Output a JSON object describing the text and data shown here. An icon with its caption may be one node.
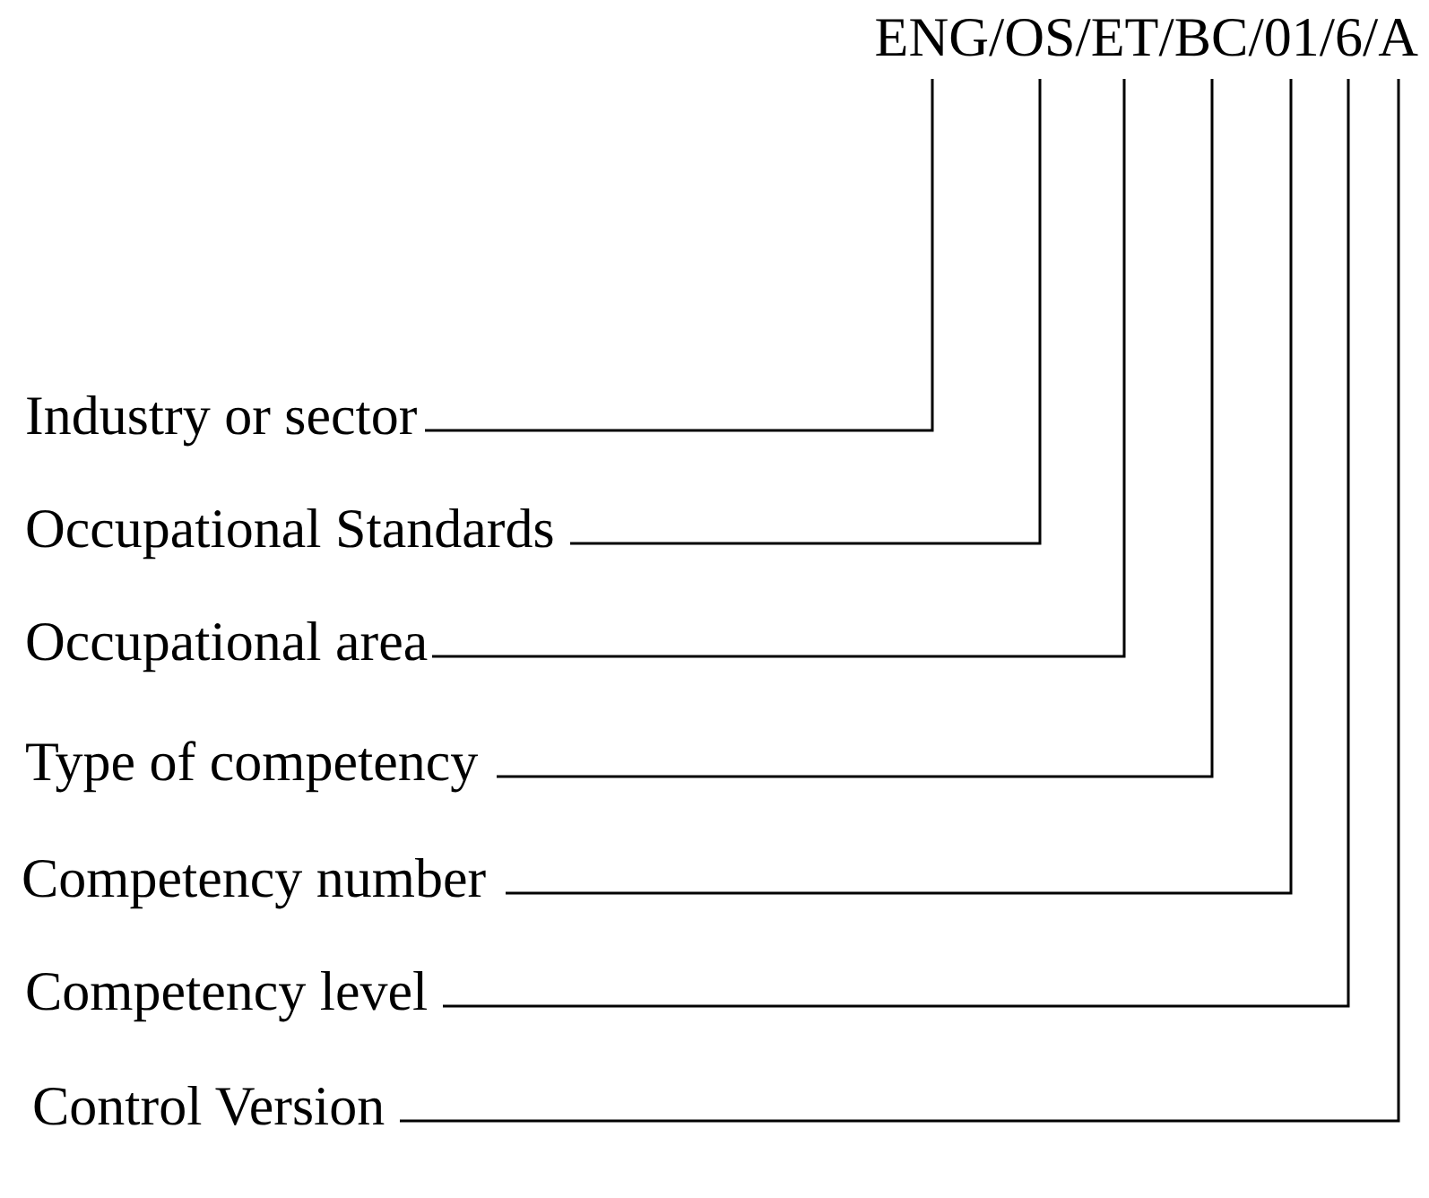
{
  "diagram": {
    "nodes": [
      {
        "text": [
          "ENG"
        ]
      },
      {
        "text": [
          "OS"
        ]
      },
      {
        "text": [
          "ET"
        ]
      },
      {
        "text": [
          "BC"
        ]
      },
      {
        "text": [
          "01"
        ]
      },
      {
        "text": [
          "6"
        ]
      },
      {
        "text": [
          "A"
        ]
      },
      {
        "text": [
          "Industry or sector"
        ]
      },
      {
        "text": [
          "Occupational Standards"
        ]
      },
      {
        "text": [
          "Occupational area"
        ]
      },
      {
        "text": [
          "Type of competency"
        ]
      },
      {
        "text": [
          "Competency number"
        ]
      },
      {
        "text": [
          "Competency level"
        ]
      },
      {
        "text": [
          "Control Version"
        ]
      }
    ],
    "edges": [
      {
        "from": 7,
        "to": 0,
        "arrow": "none"
      },
      {
        "from": 8,
        "to": 1,
        "arrow": "none"
      },
      {
        "from": 9,
        "to": 2,
        "arrow": "none"
      },
      {
        "from": 10,
        "to": 3,
        "arrow": "none"
      },
      {
        "from": 11,
        "to": 4,
        "arrow": "none"
      },
      {
        "from": 12,
        "to": 5,
        "arrow": "none"
      },
      {
        "from": 13,
        "to": 6,
        "arrow": "none"
      }
    ],
    "labels": [
      "/",
      "/",
      "/",
      "/",
      "/",
      "/"
    ]
  }
}
